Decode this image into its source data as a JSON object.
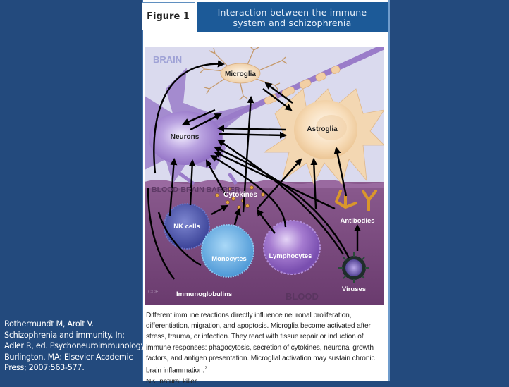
{
  "figure": {
    "label": "Figure 1",
    "title_lines": [
      "Interaction between the immune",
      "system and schizophrenia"
    ]
  },
  "diagram": {
    "regions": {
      "top": "BRAIN",
      "barrier": "BLOOD-BRAIN BARRIER",
      "bottom": "BLOOD"
    },
    "nodes": {
      "microglia": "Microglia",
      "neurons": "Neurons",
      "astroglia": "Astroglia",
      "cytokines": "Cytokines",
      "nk_cells": "NK cells",
      "monocytes": "Monocytes",
      "lymphocytes": "Lymphocytes",
      "antibodies": "Antibodies",
      "viruses": "Viruses",
      "immunoglobulins": "Immunoglobulins"
    },
    "watermark": "CCF",
    "colors": {
      "brain_bg": "#d9d9ef",
      "blood_bg": "#7a4a7e",
      "neuron": "#9a7cc9",
      "astroglia": "#f3d7b2",
      "nk": "#4c56a8",
      "monocyte": "#6fb2e4",
      "lymphocyte": "#9b6ac2",
      "antibody": "#d9962c"
    }
  },
  "caption": {
    "paragraph": "Different immune reactions directly influence neuronal proliferation, differentiation, migration, and apoptosis. Microglia become activated after stress, trauma, or infection. They react with tissue repair or induction of immune responses: phagocytosis, secretion of cytokines, neuronal growth factors, and antigen presentation. Microglial activation may sustain chronic brain inflammation.",
    "footnote_mark": "2",
    "abbreviation": "NK, natural killer."
  },
  "citation": {
    "lines": [
      "Rothermundt M, Arolt V.",
      "Schizophrenia and immunity. In:",
      "Adler R, ed. Psychoneuroimmunology.",
      "Burlington, MA: Elsevier Academic",
      "Press; 2007:563-577."
    ]
  }
}
